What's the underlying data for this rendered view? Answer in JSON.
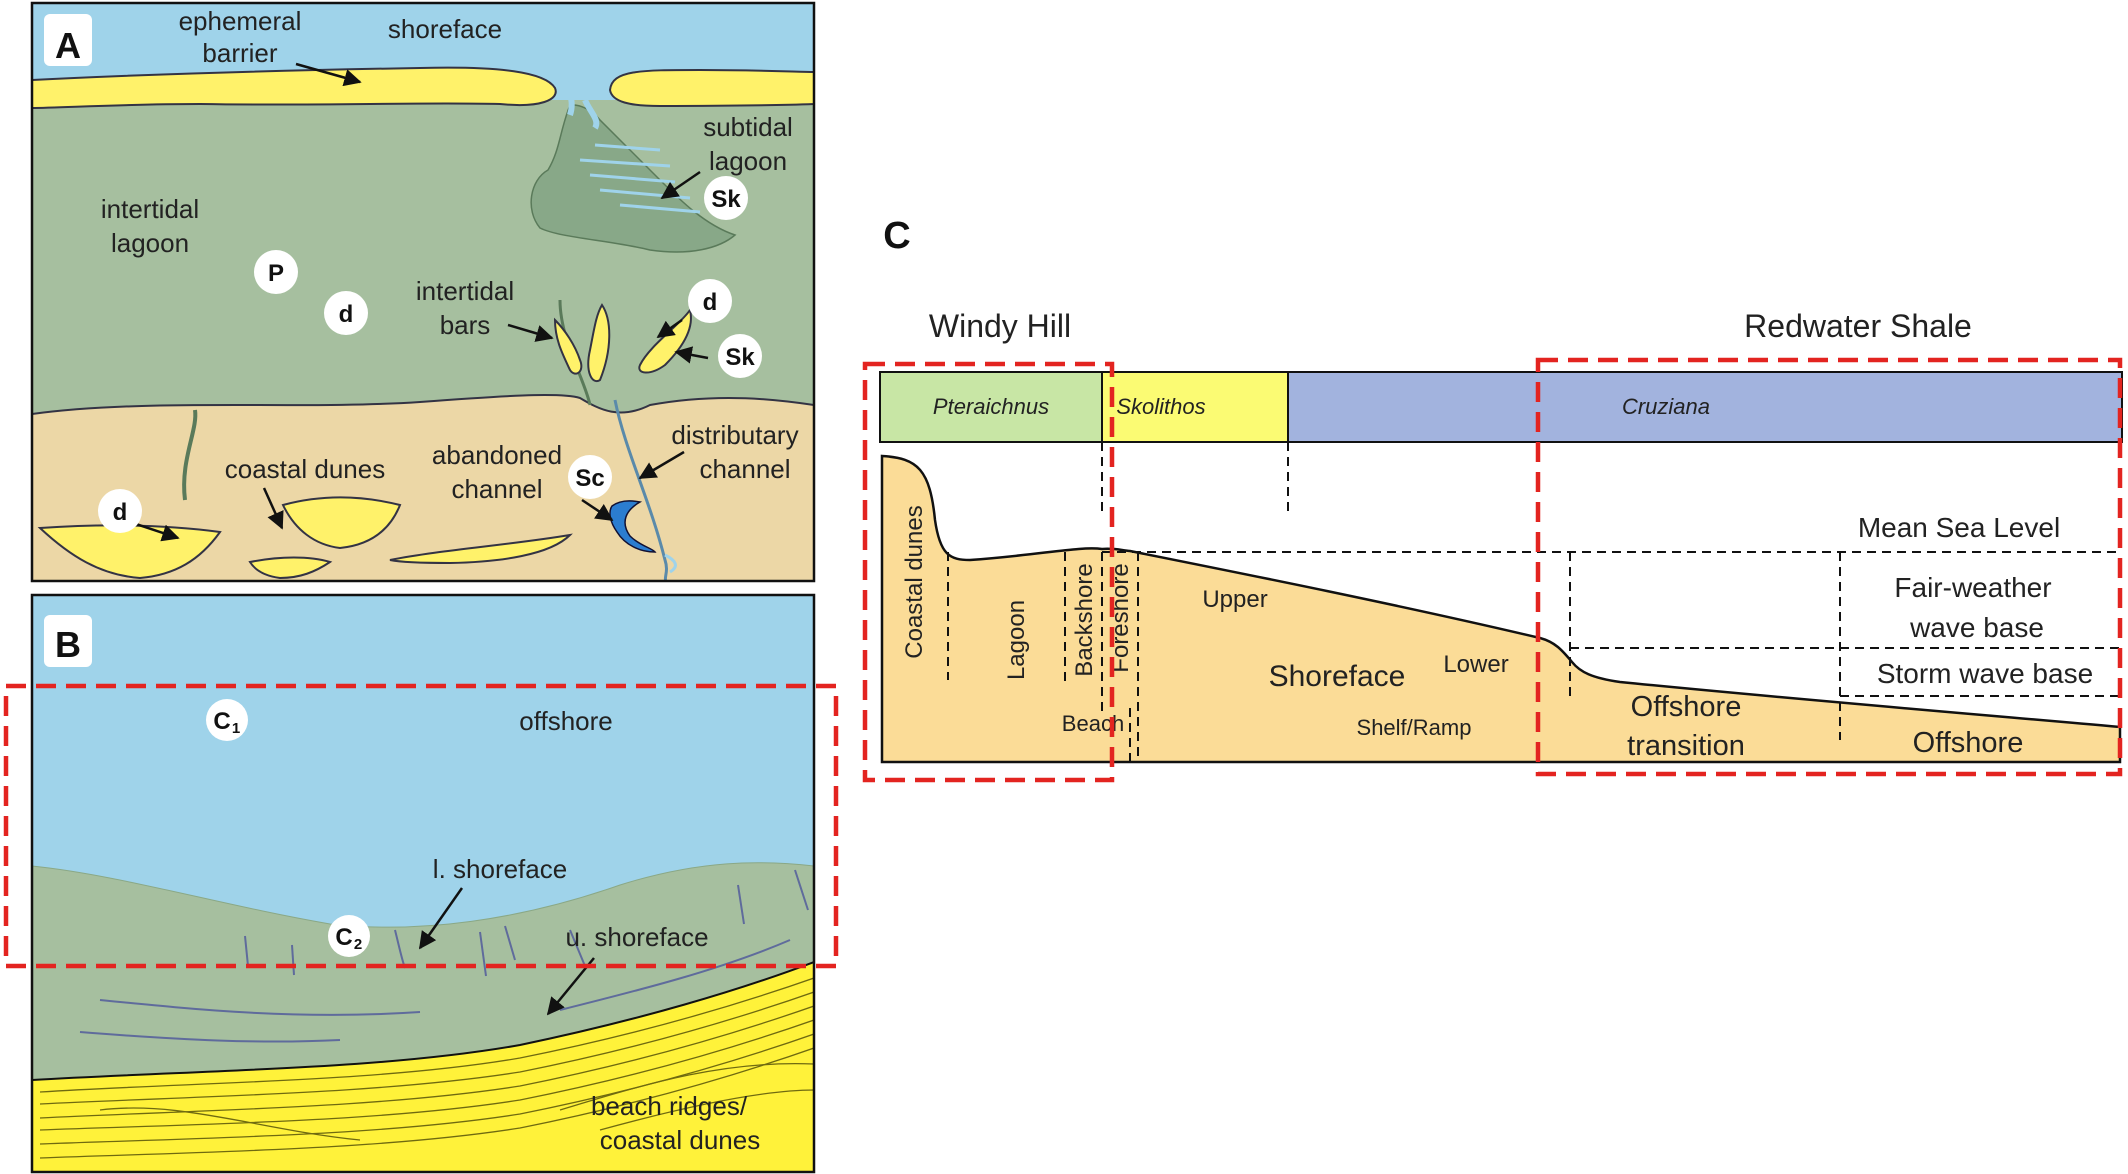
{
  "panel_a": {
    "letter": "A",
    "labels": {
      "ephemeral": "ephemeral",
      "barrier": "barrier",
      "shoreface": "shoreface",
      "subtidal": "subtidal",
      "lagoon_sub": "lagoon",
      "intertidal": "intertidal",
      "lagoon_int": "lagoon",
      "intertidal2": "intertidal",
      "bars": "bars",
      "coastal_dunes": "coastal dunes",
      "abandoned": "abandoned",
      "channel_ab": "channel",
      "distributary": "distributary",
      "channel_dist": "channel"
    },
    "markers": {
      "sk_subtidal": "Sk",
      "p": "P",
      "d_lagoon": "d",
      "d_bars": "d",
      "sk_bars": "Sk",
      "sc": "Sc",
      "d_dunes": "d"
    },
    "colors": {
      "sea": "#9fd3ea",
      "lagoon": "#a6bf9f",
      "sand": "#ecd7a6",
      "barrier": "#fff26a",
      "subtidal": "#88a888"
    }
  },
  "panel_b": {
    "letter": "B",
    "labels": {
      "offshore": "offshore",
      "l_shoreface": "l. shoreface",
      "u_shoreface": "u. shoreface",
      "beach_ridges": "beach ridges/",
      "coastal_dunes": "coastal dunes"
    },
    "markers": {
      "c1": "C",
      "c1_sub": "1",
      "c2": "C",
      "c2_sub": "2"
    },
    "colors": {
      "sea": "#9fd3ea",
      "shoreface": "#a6bf9f",
      "dunes": "#fff23a"
    }
  },
  "panel_c": {
    "letter": "C",
    "localities": {
      "left": "Windy Hill",
      "right": "Redwater Shale"
    },
    "ichnofacies": [
      {
        "name": "Pteraichnus",
        "color": "#c8e6a5"
      },
      {
        "name": "Skolithos",
        "color": "#fbfb73"
      },
      {
        "name": "",
        "color": "#a2b3de"
      },
      {
        "name": "Cruziana",
        "color": "#a2b3de"
      }
    ],
    "zones": {
      "coastal_dunes": "Coastal dunes",
      "lagoon": "Lagoon",
      "backshore": "Backshore",
      "foreshore": "Foreshore",
      "beach": "Beach",
      "upper": "Upper",
      "shoreface": "Shoreface",
      "lower": "Lower",
      "shelf_ramp": "Shelf/Ramp",
      "offshore_transition_1": "Offshore",
      "offshore_transition_2": "transition",
      "offshore": "Offshore"
    },
    "levels": {
      "msl": "Mean Sea Level",
      "fwwb_1": "Fair-weather",
      "fwwb_2": "wave base",
      "swb": "Storm wave base"
    },
    "colors": {
      "profile": "#fbdc97",
      "highlight": "#e32420"
    }
  }
}
